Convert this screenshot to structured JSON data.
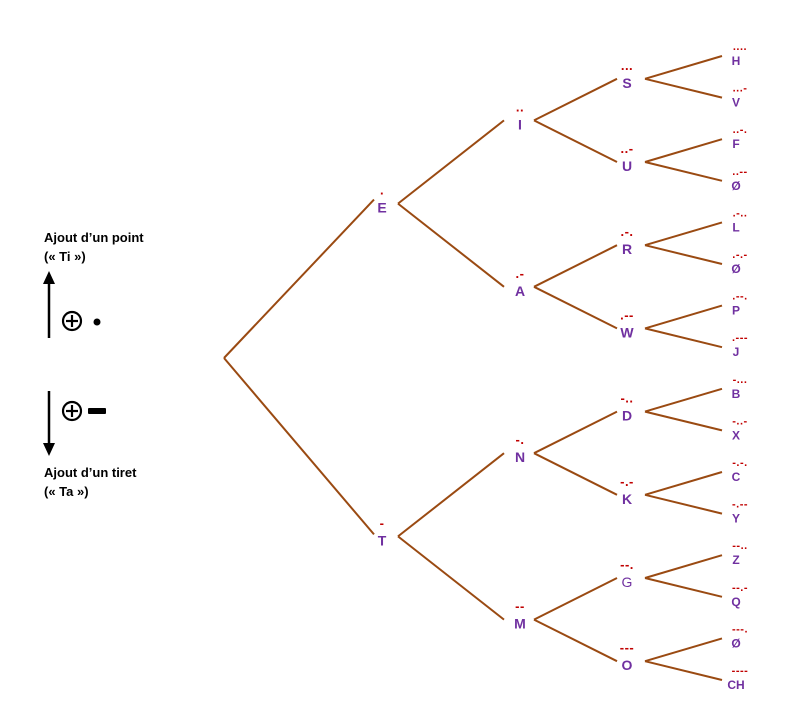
{
  "legend": {
    "dot_title": "Ajout d’un point",
    "dot_sub": "(« Ti »)",
    "dash_title": "Ajout d’un tiret",
    "dash_sub": "(« Ta »)"
  },
  "tree": {
    "level1": [
      {
        "id": "E",
        "label": "E",
        "code": "."
      },
      {
        "id": "T",
        "label": "T",
        "code": "-"
      }
    ],
    "level2": [
      {
        "id": "I",
        "label": "I",
        "code": "..",
        "parent": "E"
      },
      {
        "id": "A",
        "label": "A",
        "code": ".-",
        "parent": "E"
      },
      {
        "id": "N",
        "label": "N",
        "code": "-.",
        "parent": "T"
      },
      {
        "id": "M",
        "label": "M",
        "code": "--",
        "parent": "T"
      }
    ],
    "level3": [
      {
        "id": "S",
        "label": "S",
        "code": "...",
        "parent": "I"
      },
      {
        "id": "U",
        "label": "U",
        "code": "..-",
        "parent": "I"
      },
      {
        "id": "R",
        "label": "R",
        "code": ".-.",
        "parent": "A"
      },
      {
        "id": "W",
        "label": "W",
        "code": ".--",
        "parent": "A"
      },
      {
        "id": "D",
        "label": "D",
        "code": "-..",
        "parent": "N"
      },
      {
        "id": "K",
        "label": "K",
        "code": "-.-",
        "parent": "N"
      },
      {
        "id": "G",
        "label": "G",
        "code": "--.",
        "parent": "M",
        "style": "thin"
      },
      {
        "id": "O",
        "label": "O",
        "code": "---",
        "parent": "M"
      }
    ],
    "level4": [
      {
        "id": "H",
        "label": "H",
        "code": "....",
        "parent": "S"
      },
      {
        "id": "V",
        "label": "V",
        "code": "...-",
        "parent": "S"
      },
      {
        "id": "F",
        "label": "F",
        "code": "..-.",
        "parent": "U"
      },
      {
        "id": "U0",
        "label": "Ø",
        "code": "..--",
        "parent": "U"
      },
      {
        "id": "L",
        "label": "L",
        "code": ".-..",
        "parent": "R"
      },
      {
        "id": "R0",
        "label": "Ø",
        "code": ".-.-",
        "parent": "R"
      },
      {
        "id": "P",
        "label": "P",
        "code": ".--.",
        "parent": "W"
      },
      {
        "id": "J",
        "label": "J",
        "code": ".---",
        "parent": "W"
      },
      {
        "id": "B",
        "label": "B",
        "code": "-...",
        "parent": "D"
      },
      {
        "id": "X",
        "label": "X",
        "code": "-..-",
        "parent": "D"
      },
      {
        "id": "C",
        "label": "C",
        "code": "-.-.",
        "parent": "K"
      },
      {
        "id": "Y",
        "label": "Y",
        "code": "-.--",
        "parent": "K"
      },
      {
        "id": "Z",
        "label": "Z",
        "code": "--..",
        "parent": "G"
      },
      {
        "id": "Q",
        "label": "Q",
        "code": "--.-",
        "parent": "G"
      },
      {
        "id": "O0",
        "label": "Ø",
        "code": "---.",
        "parent": "O"
      },
      {
        "id": "CH",
        "label": "CH",
        "code": "----",
        "parent": "O"
      }
    ]
  },
  "colors": {
    "edge": "#9a4a12",
    "letter": "#7030a0",
    "code": "#c00000",
    "legend": "#000000"
  }
}
